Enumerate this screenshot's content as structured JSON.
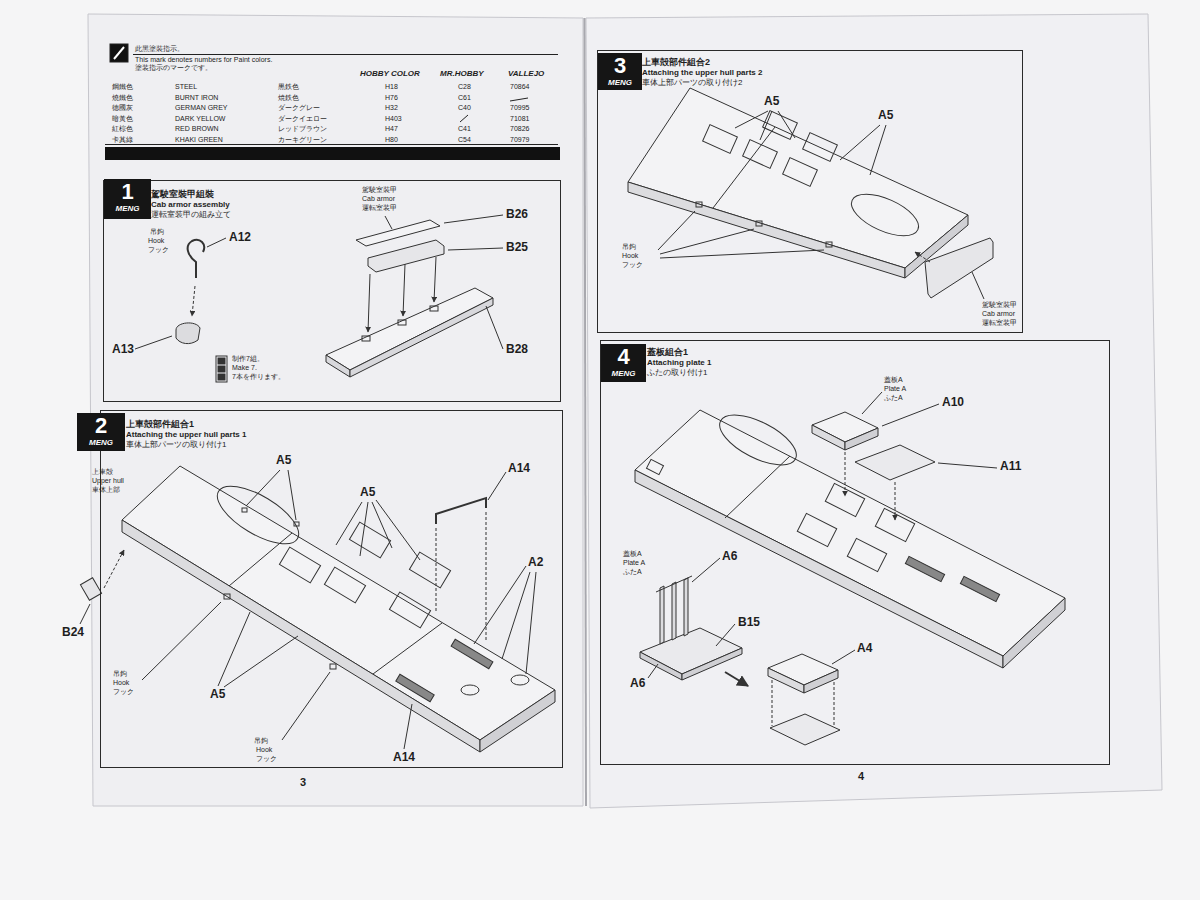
{
  "diagram": {
    "nodes": [
      {
        "text": [
          "駕駛室裝甲組裝",
          "Cab armor assembly",
          "運転室装甲の組み立て"
        ]
      },
      {
        "text": [
          "1",
          "MENG"
        ],
        "in": 0
      },
      {
        "text": [
          "上車殻部件組合1",
          "Attaching the upper hull parts 1",
          "車体上部パーツの取り付け1"
        ]
      },
      {
        "text": [
          "2",
          "MENG"
        ],
        "in": 2
      },
      {
        "text": [
          "上車殻部件組合2",
          "Attaching the upper hull parts 2",
          "車体上部パーツの取り付け2"
        ]
      },
      {
        "text": [
          "3",
          "MENG"
        ],
        "in": 4
      },
      {
        "text": [
          "蓋板組合1",
          "Attaching plate 1",
          "ふたの取り付け1"
        ]
      },
      {
        "text": [
          "4",
          "MENG"
        ],
        "in": 6
      }
    ],
    "labels": [
      "此黑塗裝指示。",
      "This mark denotes numbers for Paint colors.",
      "塗装指示のマークです。",
      "HOBBY COLOR",
      "MR.HOBBY",
      "VALLEJO",
      "鋼鐵色",
      "STEEL",
      "黒鉄色",
      "H18",
      "C28",
      "70864",
      "燒鐵色",
      "BURNT IRON",
      "焼鉄色",
      "H76",
      "C61",
      "德國灰",
      "GERMAN GREY",
      "ダークグレー",
      "H32",
      "C40",
      "70995",
      "暗黃色",
      "DARK YELLOW",
      "ダークイエロー",
      "H403",
      "71081",
      "紅棕色",
      "RED BROWN",
      "レッドブラウン",
      "H47",
      "C41",
      "70826",
      "卡其綠",
      "KHAKI GREEN",
      "カーキグリーン",
      "H80",
      "C54",
      "70979",
      "吊鉤",
      "Hook",
      "フック",
      "A12",
      "A13",
      "制作7組。",
      "Make 7.",
      "7本を作ります。",
      "駕駛室裝甲",
      "Cab armor",
      "運転室装甲",
      "B26",
      "B25",
      "B28",
      "上車殻",
      "Upper hull",
      "車体上部",
      "A5",
      "A5",
      "A14",
      "A2",
      "B24",
      "吊鉤",
      "Hook",
      "フック",
      "A5",
      "吊鉤",
      "Hook",
      "フック",
      "A14",
      "A5",
      "A5",
      "吊鉤",
      "Hook",
      "フック",
      "駕駛室裝甲",
      "Cab armor",
      "運転室装甲",
      "蓋板A",
      "Plate A",
      "ふたA",
      "A10",
      "A11",
      "蓋板A",
      "Plate A",
      "ふたA",
      "A6",
      "B15",
      "A6",
      "A4",
      "3",
      "4"
    ]
  }
}
